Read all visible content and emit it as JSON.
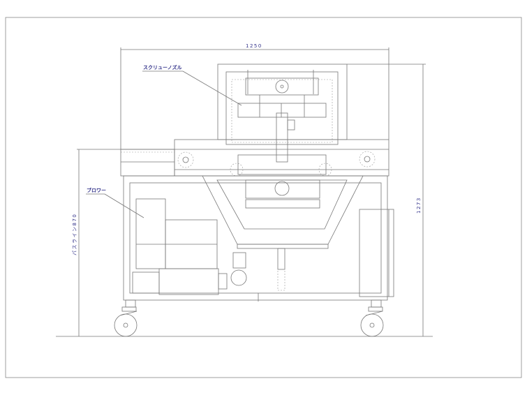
{
  "drawing": {
    "dimensions": {
      "width": "1250",
      "height": "1273",
      "passline": "パスライン870"
    },
    "labels": {
      "screw_nozzle": "スクリューノズル",
      "blower": "ブロワー"
    },
    "colors": {
      "annotation": "#33338a",
      "lines": "#777777"
    }
  }
}
